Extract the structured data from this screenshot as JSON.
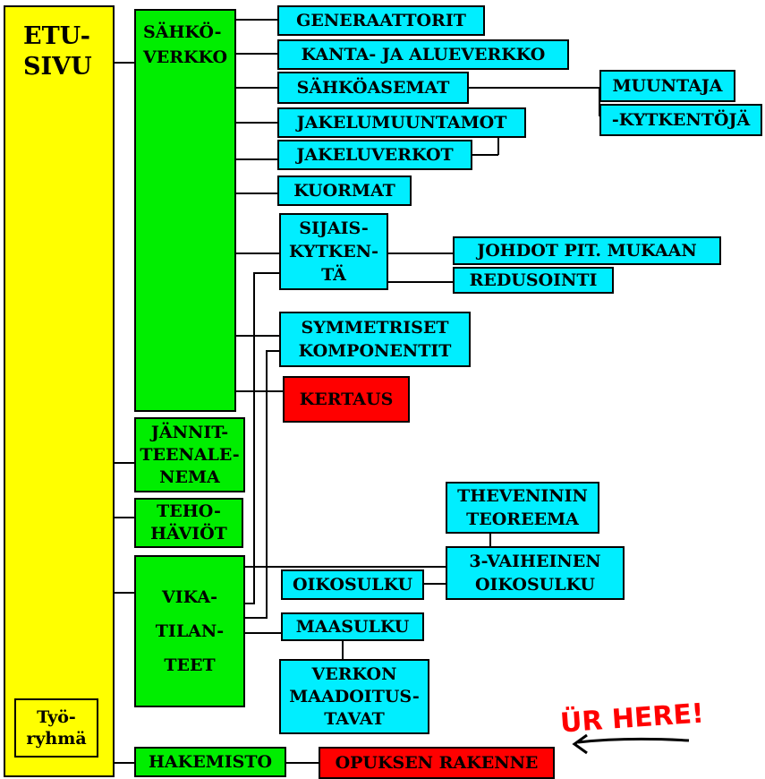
{
  "etusivu": {
    "label": "ETU-\nSIVU"
  },
  "tyoryhma": {
    "label": "Työ-\nryhmä"
  },
  "green": {
    "sahkoverkko": "SÄHKÖ-\nVERKKO",
    "jannite": "JÄNNIT-\nTEENALE-\nNEMA",
    "teho": "TEHO-\nHÄVIÖT",
    "vika": "VIKA-\nTILAN-\nTEET",
    "hakemisto": "HAKEMISTO"
  },
  "cyan": {
    "generaattorit": "GENERAATTORIT",
    "kanta": "KANTA- JA ALUEVERKKO",
    "sahkoasemat": "SÄHKÖASEMAT",
    "muuntaja": "MUUNTAJA",
    "kytkentoja": "-KYTKENTÖJÄ",
    "jakelumuuntamot": "JAKELUMUUNTAMOT",
    "jakeluverkot": "JAKELUVERKOT",
    "kuormat": "KUORMAT",
    "sijais": "SIJAIS-\nKYTKEN-\nTÄ",
    "johdot": "JOHDOT PIT. MUKAAN",
    "redusointi": "REDUSOINTI",
    "symmetriset": "SYMMETRISET\nKOMPONENTIT",
    "thevenin": "THEVENININ\nTEOREEMA",
    "vaiheinen": "3-VAIHEINEN\nOIKOSULKU",
    "oikosulku": "OIKOSULKU",
    "maasulku": "MAASULKU",
    "verkon": "VERKON\nMAADOITUS-\nTAVAT"
  },
  "red": {
    "kertaus": "KERTAUS",
    "opuksen": "OPUKSEN RAKENNE"
  },
  "annotation": {
    "text": "ÜR HERE!"
  },
  "colors": {
    "yellow": "#ffff00",
    "green": "#00ee00",
    "cyan": "#00eeff",
    "red": "#ff0000",
    "annotation": "#ff0000"
  }
}
